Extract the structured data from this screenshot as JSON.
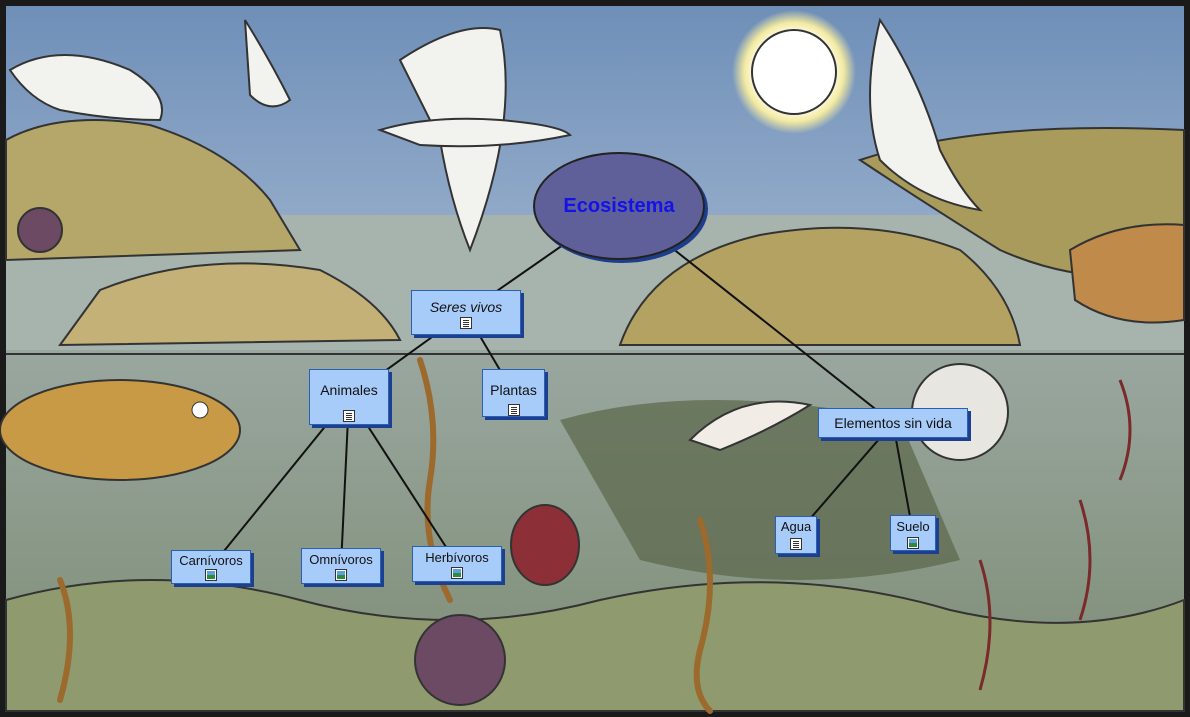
{
  "map": {
    "root": {
      "label": "Ecosistema"
    },
    "nodes": {
      "seres_vivos": {
        "label": "Seres vivos",
        "icon": "document-icon"
      },
      "animales": {
        "label": "Animales",
        "icon": "document-icon"
      },
      "plantas": {
        "label": "Plantas",
        "icon": "document-icon"
      },
      "elementos_sin_vida": {
        "label": "Elementos sin vida",
        "icon": "none"
      },
      "carnivoros": {
        "label": "Carnívoros",
        "icon": "image-icon"
      },
      "omnivoros": {
        "label": "Omnívoros",
        "icon": "image-icon"
      },
      "herbivoros": {
        "label": "Herbívoros",
        "icon": "image-icon"
      },
      "agua": {
        "label": "Agua",
        "icon": "document-icon"
      },
      "suelo": {
        "label": "Suelo",
        "icon": "image-icon"
      }
    },
    "links": [
      [
        "root",
        "seres_vivos"
      ],
      [
        "root",
        "elementos_sin_vida"
      ],
      [
        "seres_vivos",
        "animales"
      ],
      [
        "seres_vivos",
        "plantas"
      ],
      [
        "animales",
        "carnivoros"
      ],
      [
        "animales",
        "omnivoros"
      ],
      [
        "animales",
        "herbivoros"
      ],
      [
        "elementos_sin_vida",
        "agua"
      ],
      [
        "elementos_sin_vida",
        "suelo"
      ]
    ]
  },
  "colors": {
    "node_fill": "#a8ccfa",
    "node_border": "#2a5fb8",
    "node_shadow": "#1c3f8f",
    "root_fill": "#5f5f9a",
    "root_text": "#1313e8",
    "link_line": "#111111"
  }
}
